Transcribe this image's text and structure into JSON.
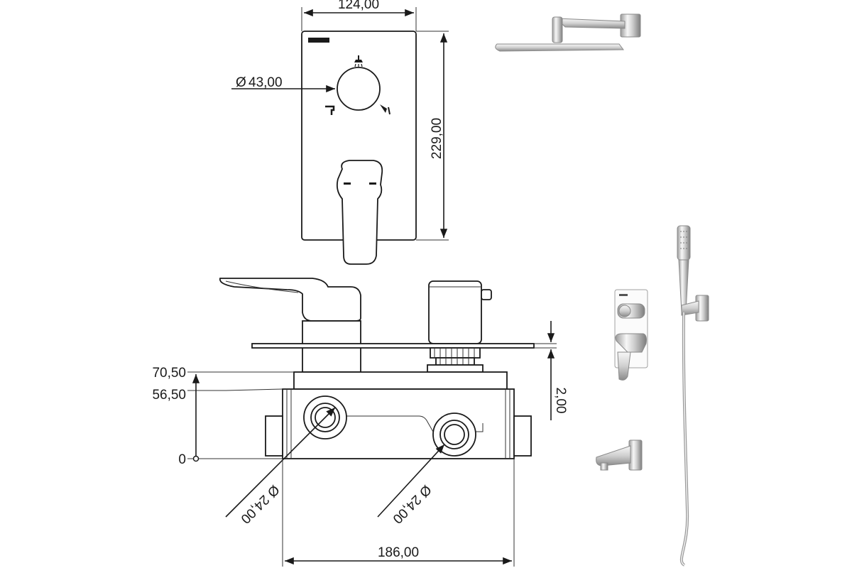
{
  "dimensions": {
    "plate_width": "124,00",
    "plate_height": "229,00",
    "knob_diameter": "43,00",
    "level_upper": "70,50",
    "level_lower": "56,50",
    "level_zero": "0",
    "plate_gap": "2,00",
    "outlet_diameter_left": "24,00",
    "outlet_diameter_right": "24,00",
    "body_width": "186,00"
  },
  "symbols": {
    "diameter_glyph": "Ø"
  },
  "colors": {
    "line": "#1a1a1a",
    "chrome_light": "#f2f2f2",
    "chrome_mid": "#c9c9c9",
    "chrome_dark": "#8a8a8a"
  },
  "icons": [
    "overhead-shower-icon",
    "spout-icon",
    "hand-shower-icon"
  ]
}
